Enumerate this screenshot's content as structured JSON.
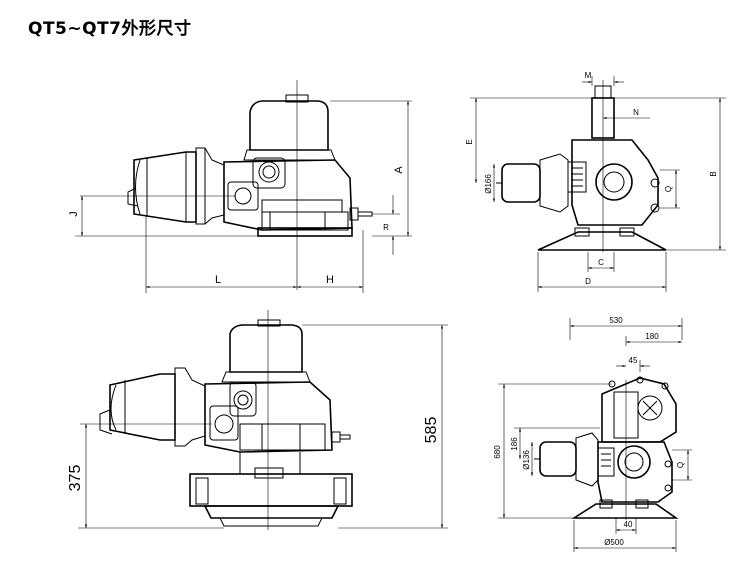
{
  "title": "QT5~QT7外形尺寸",
  "view1": {
    "labels": {
      "A": "A",
      "J": "J",
      "R": "R",
      "L": "L",
      "H": "H"
    }
  },
  "view2": {
    "labels": {
      "M": "M",
      "N": "N",
      "E": "E",
      "dia166": "Ø166",
      "Q": "Q",
      "B": "B",
      "C": "C",
      "D": "D"
    }
  },
  "view3": {
    "labels": {
      "d585": "585",
      "d375": "375"
    }
  },
  "view4": {
    "labels": {
      "d530": "530",
      "d180": "180",
      "d45": "45",
      "d680": "680",
      "d186": "186",
      "dia136": "Ø136",
      "Q": "Q",
      "d40": "40",
      "dia500": "Ø500"
    }
  }
}
